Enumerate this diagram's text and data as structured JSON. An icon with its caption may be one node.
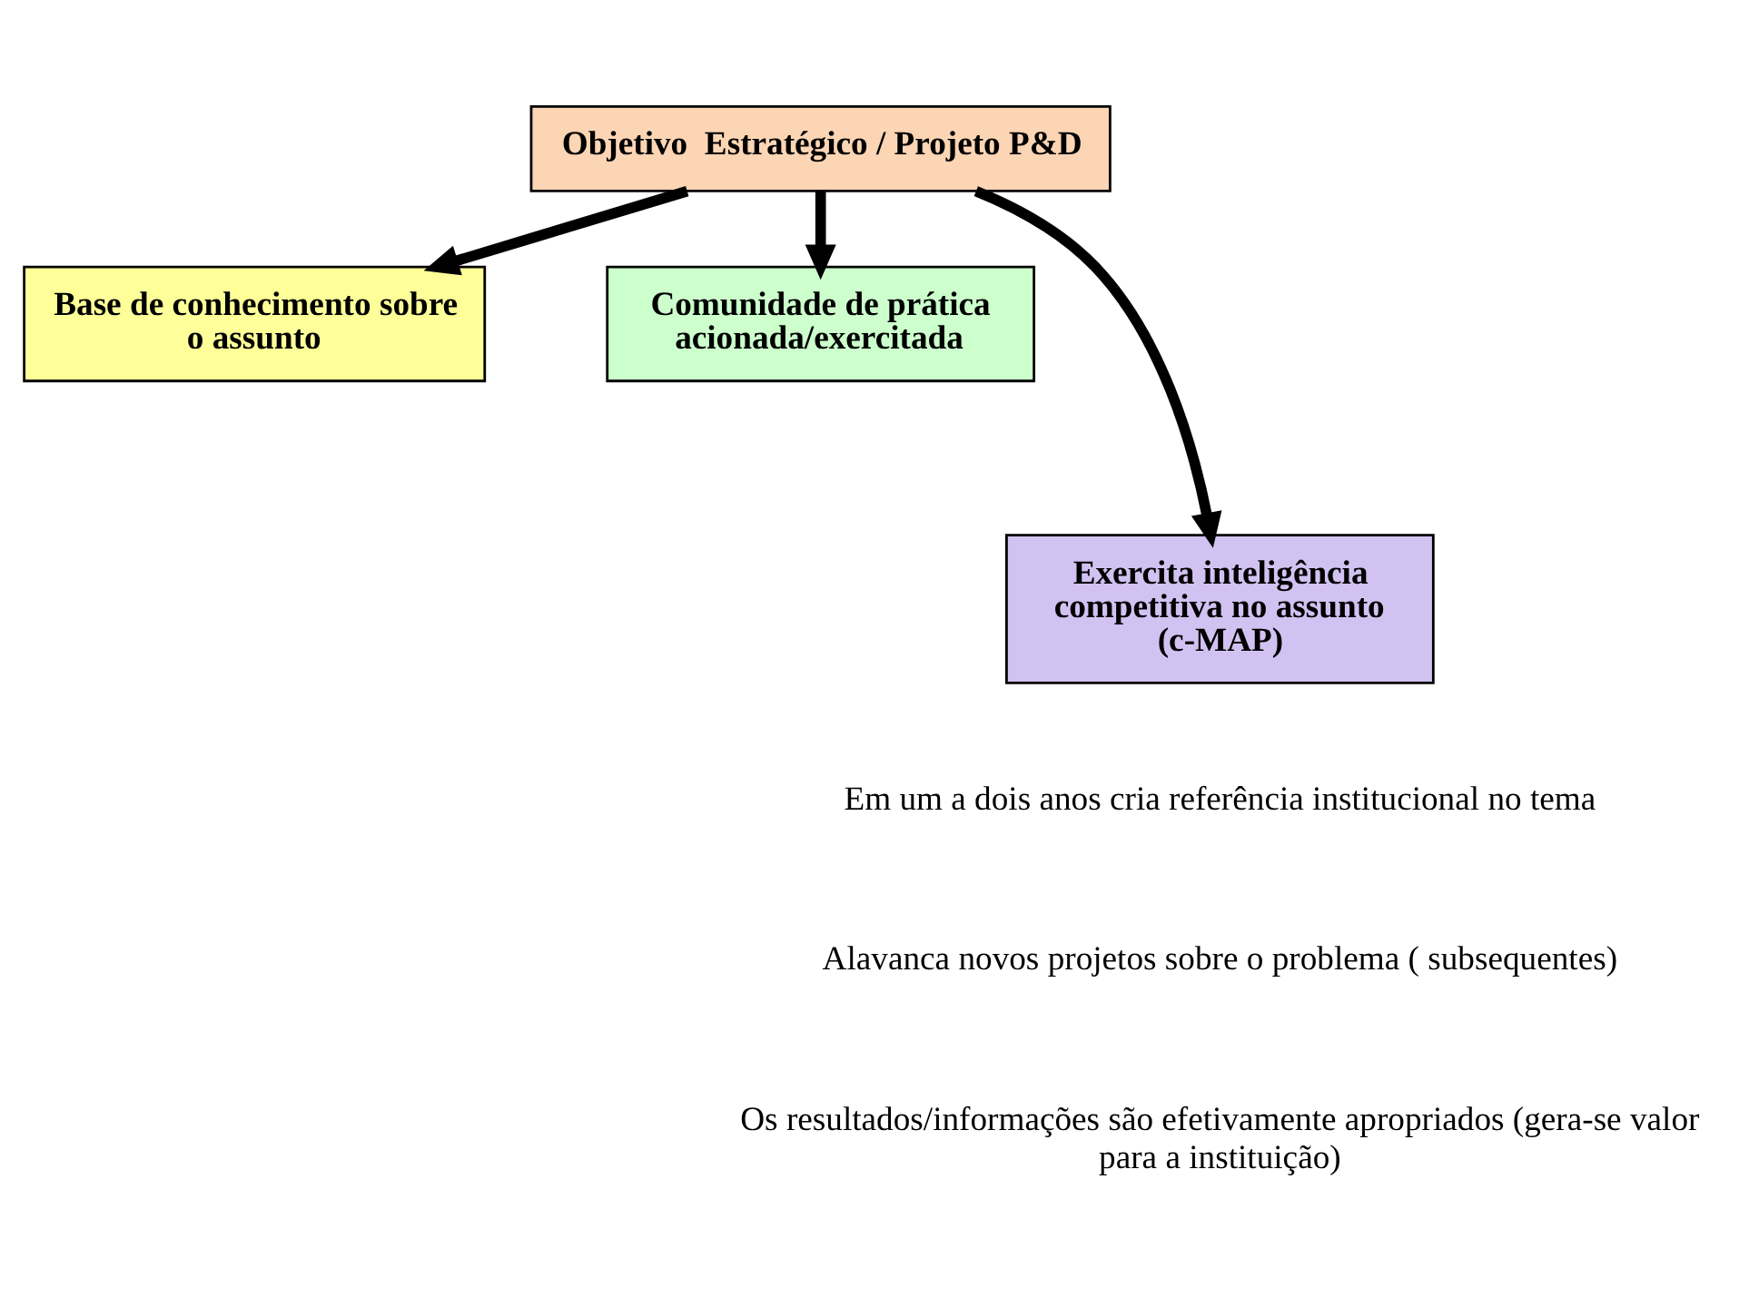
{
  "diagram": {
    "nodes": [
      {
        "text": [
          "Objetivo  Estratégico / Projeto P&D"
        ]
      },
      {
        "text": [
          "Base de conhecimento sobre o assunto"
        ]
      },
      {
        "text": [
          "Comunidade de prática acionada/exercitada"
        ]
      },
      {
        "text": [
          "Exercita inteligência competitiva no assunto (c-MAP)"
        ]
      }
    ],
    "edges": [
      {
        "from": 0,
        "to": 1,
        "arrow": "to"
      },
      {
        "from": 0,
        "to": 3,
        "arrow": "to"
      },
      {
        "from": 0,
        "to": 2,
        "arrow": "to"
      }
    ],
    "labels": [
      "Em um a dois anos cria referência institucional no tema",
      "Alavanca novos projetos sobre o problema ( subsequentes)",
      "Os resultados/informações são efetivamente apropriados (gera-se valor para a instituição)"
    ]
  }
}
